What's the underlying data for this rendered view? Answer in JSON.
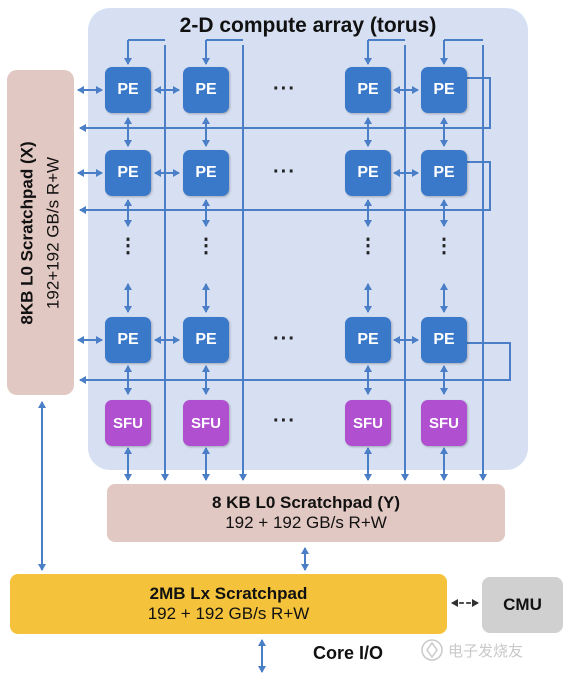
{
  "array": {
    "title": "2-D compute array (torus)",
    "pe_label": "PE",
    "sfu_label": "SFU",
    "h_ellipsis": "···",
    "v_ellipsis": "⋮"
  },
  "scratchpad_x": {
    "title": "8KB L0 Scratchpad (X)",
    "bandwidth": "192+192 GB/s R+W"
  },
  "scratchpad_y": {
    "title": "8 KB L0 Scratchpad (Y)",
    "bandwidth": "192 + 192 GB/s R+W"
  },
  "scratchpad_lx": {
    "title": "2MB Lx Scratchpad",
    "bandwidth": "192 + 192 GB/s R+W"
  },
  "cmu": {
    "label": "CMU"
  },
  "core_io": {
    "label": "Core I/O"
  },
  "watermark": {
    "text": "电子发烧友"
  },
  "colors": {
    "pe": "#3a78c9",
    "sfu": "#b04fcf",
    "array_bg": "#d6e0f2",
    "scratchpad_l0": "#e2c8c2",
    "scratchpad_lx": "#f5c33b",
    "cmu": "#d0d0d0",
    "wire": "#4a7ec6"
  }
}
